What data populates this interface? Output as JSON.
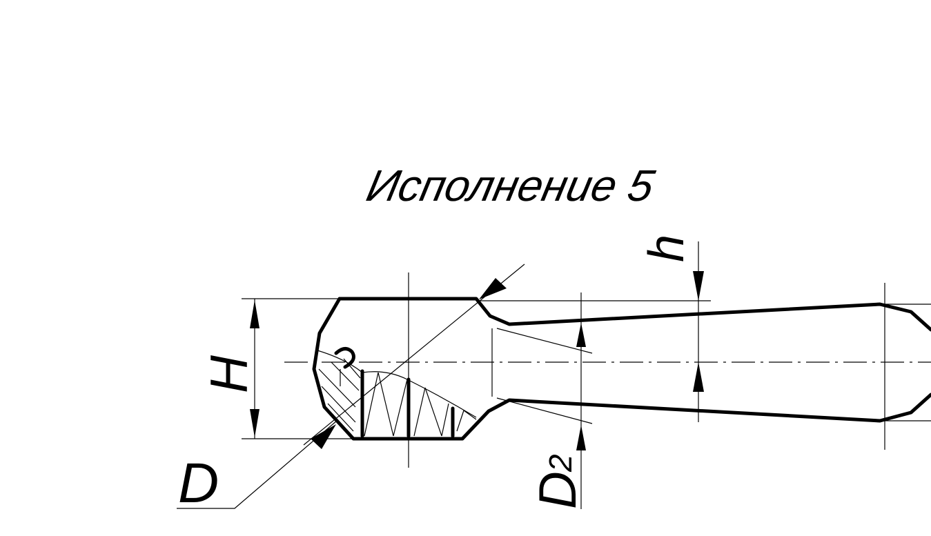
{
  "title": "Исполнение 5",
  "labels": {
    "H": "H",
    "h": "h",
    "D": "D",
    "D2_main": "D",
    "D2_sub": "2"
  },
  "colors": {
    "ink": "#000000",
    "background": "#ffffff"
  }
}
